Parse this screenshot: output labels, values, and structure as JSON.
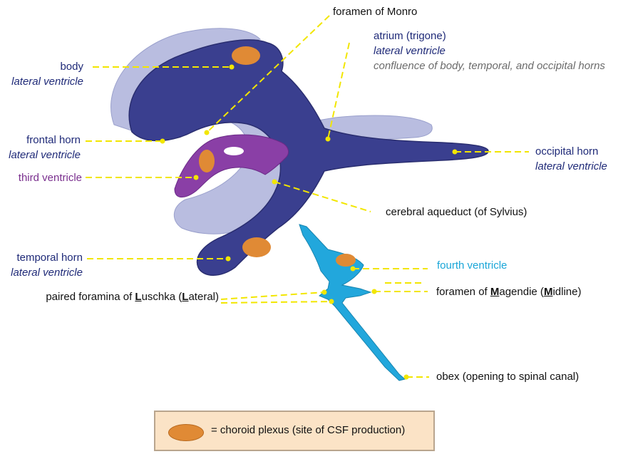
{
  "labels": {
    "foramen_monro": "foramen of Monro",
    "atrium_title": "atrium (trigone)",
    "atrium_sub": "lateral ventricle",
    "atrium_desc": "confluence of body, temporal, and occipital horns",
    "body_title": "body",
    "body_sub": "lateral ventricle",
    "frontal_title": "frontal horn",
    "frontal_sub": "lateral ventricle",
    "third_ventricle": "third ventricle",
    "occipital_title": "occipital horn",
    "occipital_sub": "lateral ventricle",
    "cerebral_aqueduct": "cerebral aqueduct (of Sylvius)",
    "temporal_title": "temporal horn",
    "temporal_sub": "lateral ventricle",
    "fourth_ventricle": "fourth ventricle",
    "luschka_parts": [
      "paired foramina of ",
      "L",
      "uschka (",
      "L",
      "ateral)"
    ],
    "magendie_parts": [
      "foramen of ",
      "M",
      "agendie (",
      "M",
      "idline)"
    ],
    "obex": "obex (opening to spinal canal)"
  },
  "legend": {
    "text": "= choroid plexus (site of CSF production)"
  },
  "colors": {
    "lateral_ventricle": "#3a3f8f",
    "lateral_ventricle_far": "#b9bde0",
    "third_ventricle": "#8a3fa6",
    "fourth_ventricle": "#22a7dc",
    "choroid_plexus": "#e08a35",
    "leader_line": "#f2e600"
  }
}
